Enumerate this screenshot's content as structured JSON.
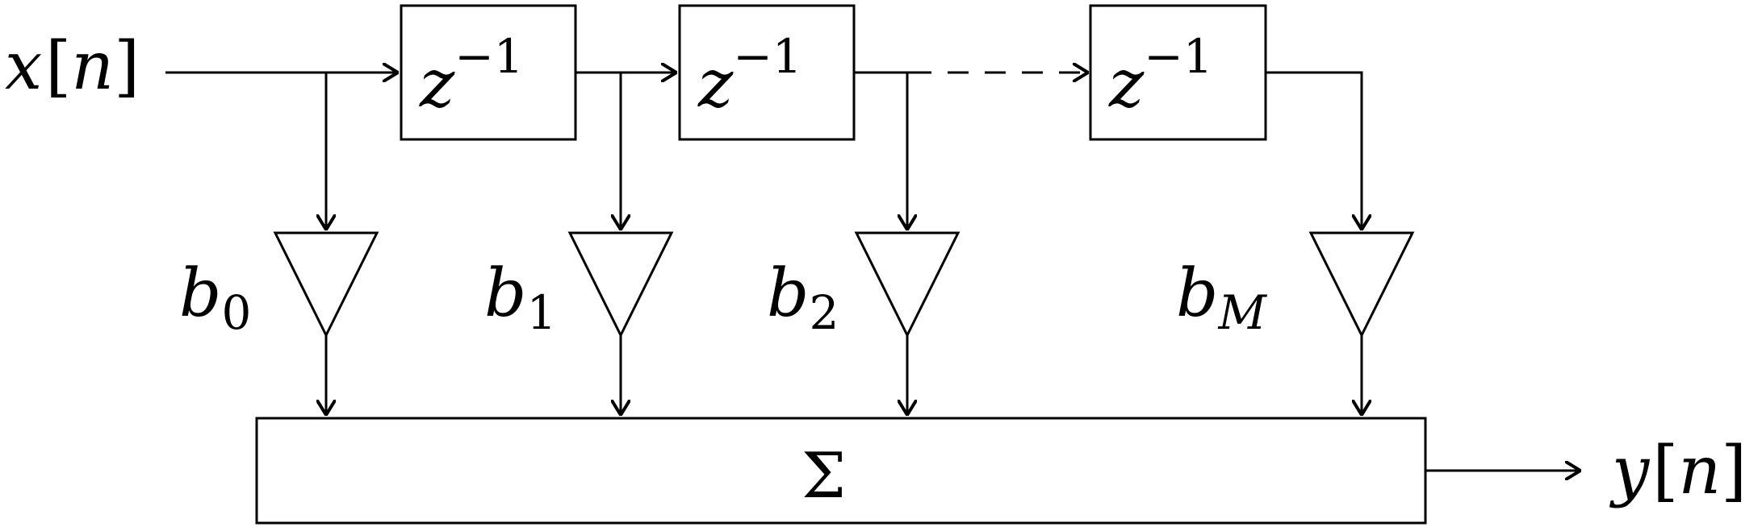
{
  "input": {
    "var": "x",
    "arg": "n"
  },
  "output": {
    "var": "y",
    "arg": "n"
  },
  "delay_blocks": [
    {
      "base": "z",
      "exponent": "−1"
    },
    {
      "base": "z",
      "exponent": "−1"
    },
    {
      "base": "z",
      "exponent": "−1"
    }
  ],
  "gains": [
    {
      "base": "b",
      "sub": "0"
    },
    {
      "base": "b",
      "sub": "1"
    },
    {
      "base": "b",
      "sub": "2"
    },
    {
      "base": "b",
      "sub": "M"
    }
  ],
  "summer": {
    "symbol": "Σ"
  },
  "colors": {
    "stroke": "#000000",
    "background": "#ffffff"
  }
}
